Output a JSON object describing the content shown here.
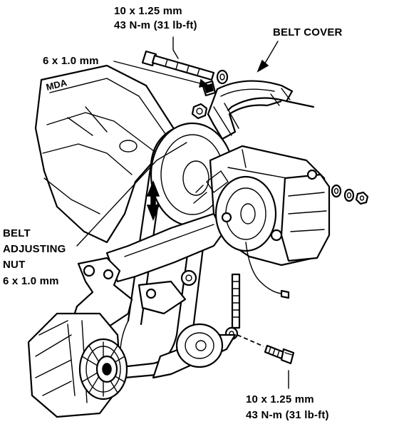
{
  "labels": {
    "top_bolt_size": "10 x 1.25 mm",
    "top_bolt_torque": "43 N-m (31 lb-ft)",
    "belt_cover": "BELT COVER",
    "upper_bolt_size": "6 x 1.0 mm",
    "adjusting_line1": "BELT",
    "adjusting_line2": "ADJUSTING",
    "adjusting_line3": "NUT",
    "adjusting_size": "6 x 1.0 mm",
    "bottom_bolt_size": "10 x 1.25 mm",
    "bottom_bolt_torque": "43 N-m (31 lb-ft)"
  },
  "engine_cover_text": "MDA"
}
